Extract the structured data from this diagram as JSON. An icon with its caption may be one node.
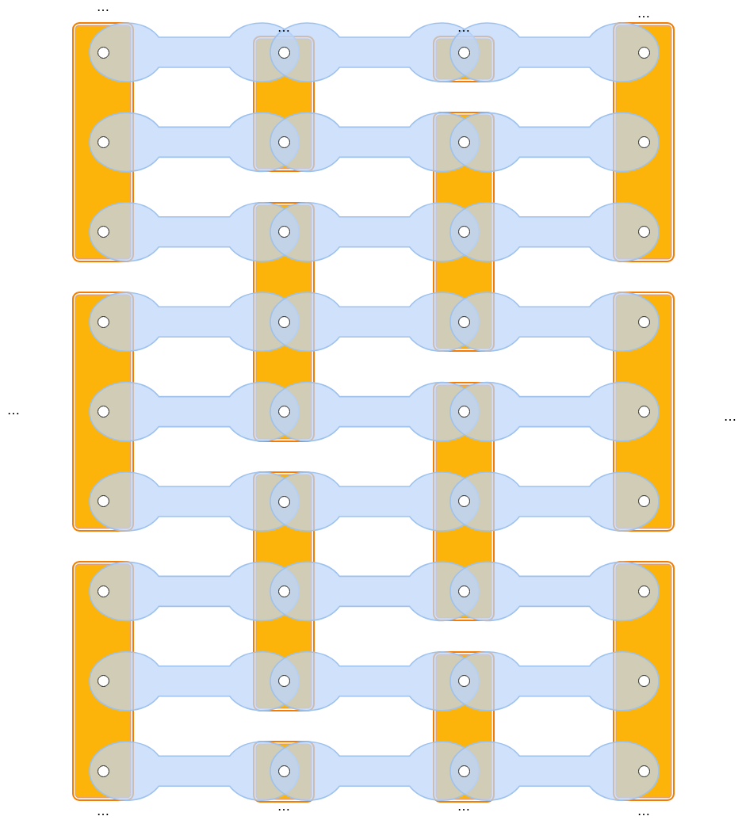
{
  "diagram": {
    "nodes": [
      {
        "text": [],
        "shape": "bar"
      },
      {
        "text": [],
        "shape": "bar"
      },
      {
        "text": [],
        "shape": "bar"
      },
      {
        "text": [],
        "shape": "bar"
      },
      {
        "text": [],
        "shape": "bar"
      },
      {
        "text": [],
        "shape": "bar"
      },
      {
        "text": [],
        "shape": "bar"
      },
      {
        "text": [],
        "shape": "bar"
      },
      {
        "text": [],
        "shape": "bar"
      },
      {
        "text": [],
        "shape": "bar"
      },
      {
        "text": [],
        "shape": "bar"
      },
      {
        "text": [],
        "shape": "bar"
      },
      {
        "text": [],
        "shape": "bar"
      },
      {
        "text": [],
        "shape": "bar"
      },
      {
        "text": [],
        "shape": "circle",
        "in": 0
      },
      {
        "text": [],
        "shape": "circle",
        "in": 1
      },
      {
        "text": [],
        "shape": "circle",
        "in": 2
      },
      {
        "text": [],
        "shape": "circle",
        "in": 3
      },
      {
        "text": [],
        "shape": "circle",
        "in": 0
      },
      {
        "text": [],
        "shape": "circle",
        "in": 1
      },
      {
        "text": [],
        "shape": "circle",
        "in": 5
      },
      {
        "text": [],
        "shape": "circle",
        "in": 3
      },
      {
        "text": [],
        "shape": "circle",
        "in": 0
      },
      {
        "text": [],
        "shape": "circle",
        "in": 4
      },
      {
        "text": [],
        "shape": "circle",
        "in": 5
      },
      {
        "text": [],
        "shape": "circle",
        "in": 3
      },
      {
        "text": [],
        "shape": "circle",
        "in": 6
      },
      {
        "text": [],
        "shape": "circle",
        "in": 4
      },
      {
        "text": [],
        "shape": "circle",
        "in": 5
      },
      {
        "text": [],
        "shape": "circle",
        "in": 7
      },
      {
        "text": [],
        "shape": "circle",
        "in": 6
      },
      {
        "text": [],
        "shape": "circle",
        "in": 4
      },
      {
        "text": [],
        "shape": "circle",
        "in": 8
      },
      {
        "text": [],
        "shape": "circle",
        "in": 7
      },
      {
        "text": [],
        "shape": "circle",
        "in": 6
      },
      {
        "text": [],
        "shape": "circle",
        "in": 9
      },
      {
        "text": [],
        "shape": "circle",
        "in": 8
      },
      {
        "text": [],
        "shape": "circle",
        "in": 7
      },
      {
        "text": [],
        "shape": "circle",
        "in": 10
      },
      {
        "text": [],
        "shape": "circle",
        "in": 9
      },
      {
        "text": [],
        "shape": "circle",
        "in": 8
      },
      {
        "text": [],
        "shape": "circle",
        "in": 11
      },
      {
        "text": [],
        "shape": "circle",
        "in": 10
      },
      {
        "text": [],
        "shape": "circle",
        "in": 9
      },
      {
        "text": [],
        "shape": "circle",
        "in": 12
      },
      {
        "text": [],
        "shape": "circle",
        "in": 11
      },
      {
        "text": [],
        "shape": "circle",
        "in": 10
      },
      {
        "text": [],
        "shape": "circle",
        "in": 13
      },
      {
        "text": [],
        "shape": "circle",
        "in": 12
      },
      {
        "text": [],
        "shape": "circle",
        "in": 11
      }
    ],
    "edges": [
      {
        "from": 14,
        "to": 15,
        "arrow": "none"
      },
      {
        "from": 15,
        "to": 16,
        "arrow": "none"
      },
      {
        "from": 16,
        "to": 17,
        "arrow": "none"
      },
      {
        "from": 18,
        "to": 19,
        "arrow": "none"
      },
      {
        "from": 19,
        "to": 20,
        "arrow": "none"
      },
      {
        "from": 20,
        "to": 21,
        "arrow": "none"
      },
      {
        "from": 22,
        "to": 23,
        "arrow": "none"
      },
      {
        "from": 23,
        "to": 24,
        "arrow": "none"
      },
      {
        "from": 24,
        "to": 25,
        "arrow": "none"
      },
      {
        "from": 26,
        "to": 27,
        "arrow": "none"
      },
      {
        "from": 27,
        "to": 28,
        "arrow": "none"
      },
      {
        "from": 28,
        "to": 29,
        "arrow": "none"
      },
      {
        "from": 30,
        "to": 31,
        "arrow": "none"
      },
      {
        "from": 31,
        "to": 32,
        "arrow": "none"
      },
      {
        "from": 32,
        "to": 33,
        "arrow": "none"
      },
      {
        "from": 34,
        "to": 35,
        "arrow": "none"
      },
      {
        "from": 35,
        "to": 36,
        "arrow": "none"
      },
      {
        "from": 36,
        "to": 37,
        "arrow": "none"
      },
      {
        "from": 38,
        "to": 39,
        "arrow": "none"
      },
      {
        "from": 39,
        "to": 40,
        "arrow": "none"
      },
      {
        "from": 40,
        "to": 41,
        "arrow": "none"
      },
      {
        "from": 42,
        "to": 43,
        "arrow": "none"
      },
      {
        "from": 43,
        "to": 44,
        "arrow": "none"
      },
      {
        "from": 44,
        "to": 45,
        "arrow": "none"
      },
      {
        "from": 46,
        "to": 47,
        "arrow": "none"
      },
      {
        "from": 47,
        "to": 48,
        "arrow": "none"
      },
      {
        "from": 48,
        "to": 49,
        "arrow": "none"
      }
    ],
    "labels": [
      "…",
      "…",
      "…",
      "…",
      "…",
      "…",
      "…",
      "…",
      "…",
      "…"
    ]
  }
}
